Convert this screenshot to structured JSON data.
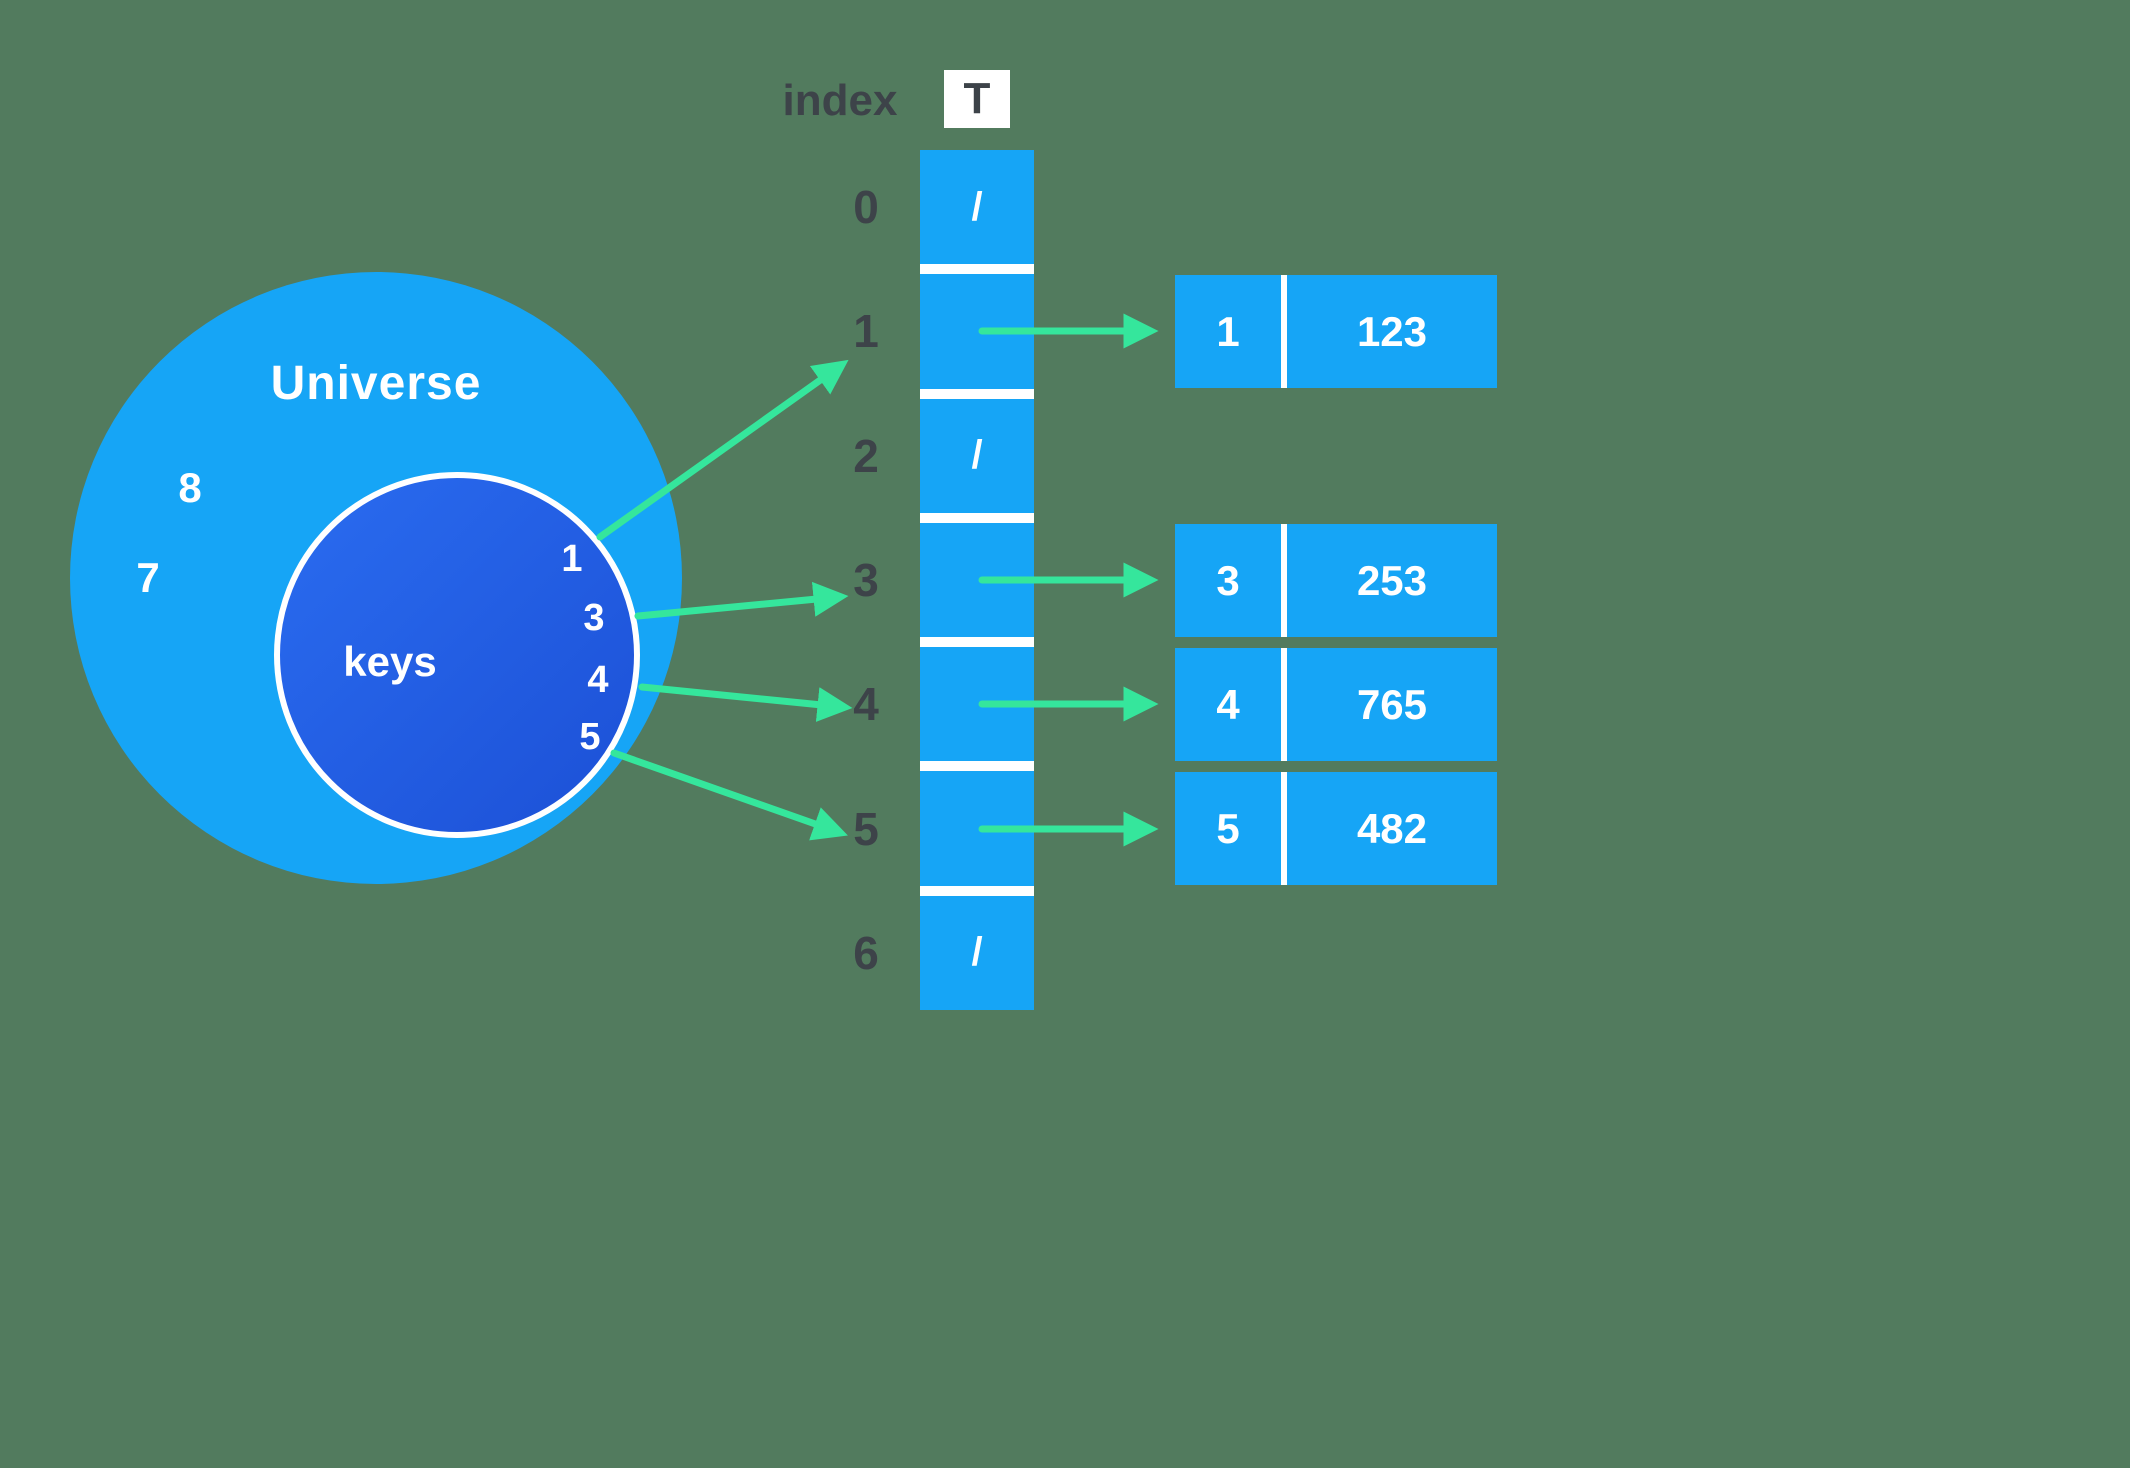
{
  "colors": {
    "background": "#527b5e",
    "light_blue": "#16a5f6",
    "dark_blue_1": "#2a6cf0",
    "dark_blue_2": "#1c50d6",
    "arrow_green": "#35e69c",
    "text_dark": "#3d4349",
    "white": "#ffffff"
  },
  "universe": {
    "label": "Universe",
    "non_key_items": [
      "8",
      "7"
    ]
  },
  "keys_circle": {
    "label": "keys",
    "keys": [
      "1",
      "3",
      "4",
      "5"
    ]
  },
  "table": {
    "index_header": "index",
    "name": "T",
    "cells": [
      {
        "index": "0",
        "value": "/"
      },
      {
        "index": "1",
        "value": ""
      },
      {
        "index": "2",
        "value": "/"
      },
      {
        "index": "3",
        "value": ""
      },
      {
        "index": "4",
        "value": ""
      },
      {
        "index": "5",
        "value": ""
      },
      {
        "index": "6",
        "value": "/"
      }
    ]
  },
  "pairs": [
    {
      "key": "1",
      "value": "123"
    },
    {
      "key": "3",
      "value": "253"
    },
    {
      "key": "4",
      "value": "765"
    },
    {
      "key": "5",
      "value": "482"
    }
  ]
}
